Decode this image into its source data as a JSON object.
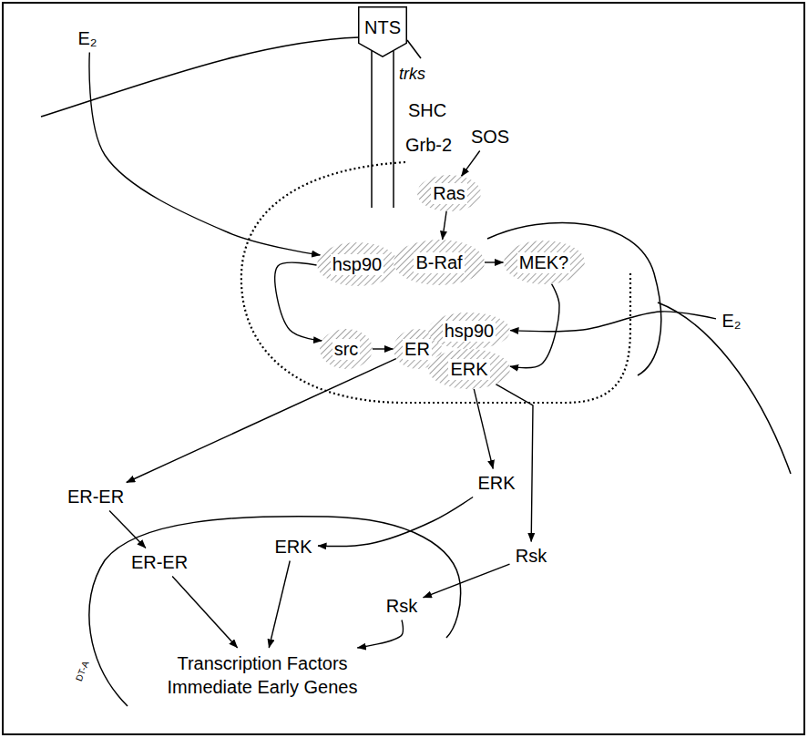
{
  "diagram": {
    "nodes": [
      {
        "text": [
          "E₂"
        ]
      },
      {
        "text": [
          "NTS"
        ]
      },
      {
        "text": [
          "SOS"
        ]
      },
      {
        "text": [
          "Ras"
        ]
      },
      {
        "text": [
          "hsp90"
        ]
      },
      {
        "text": [
          "B-Raf"
        ]
      },
      {
        "text": [
          "MEK?"
        ]
      },
      {
        "text": [
          "E₂"
        ]
      },
      {
        "text": [
          "src"
        ]
      },
      {
        "text": [
          "ER"
        ]
      },
      {
        "text": [
          "hsp90"
        ]
      },
      {
        "text": [
          "ERK"
        ]
      },
      {
        "text": [
          "ER-ER"
        ]
      },
      {
        "text": [
          "ERK"
        ]
      },
      {
        "text": [
          "Rsk"
        ]
      },
      {
        "text": [
          "ERK"
        ]
      },
      {
        "text": [
          "ER-ER"
        ]
      },
      {
        "text": [
          "Rsk"
        ]
      },
      {
        "text": [
          "Transcription Factors Immediate Early Genes"
        ]
      }
    ],
    "edges": [
      {
        "from": 0,
        "to": 4,
        "arrow": "to"
      },
      {
        "from": 2,
        "to": 3,
        "arrow": "to"
      },
      {
        "from": 3,
        "to": 5,
        "arrow": "to"
      },
      {
        "from": 4,
        "to": 8,
        "arrow": "to"
      },
      {
        "from": 5,
        "to": 6,
        "arrow": "to"
      },
      {
        "from": 6,
        "to": 11,
        "arrow": "to"
      },
      {
        "from": 8,
        "to": 9,
        "arrow": "to"
      },
      {
        "from": 7,
        "to": 10,
        "arrow": "to"
      },
      {
        "from": 9,
        "to": 12,
        "arrow": "to"
      },
      {
        "from": 11,
        "to": 13,
        "arrow": "to"
      },
      {
        "from": 11,
        "to": 14,
        "arrow": "to"
      },
      {
        "from": 12,
        "to": 16,
        "arrow": "to"
      },
      {
        "from": 13,
        "to": 15,
        "arrow": "to"
      },
      {
        "from": 14,
        "to": 17,
        "arrow": "to"
      },
      {
        "from": 16,
        "to": 18,
        "arrow": "to"
      },
      {
        "from": 15,
        "to": 18,
        "arrow": "to"
      },
      {
        "from": 17,
        "to": 18,
        "arrow": "to"
      }
    ],
    "labels": [
      "trks",
      "SHC",
      "Grb-2",
      "DT-A"
    ]
  }
}
